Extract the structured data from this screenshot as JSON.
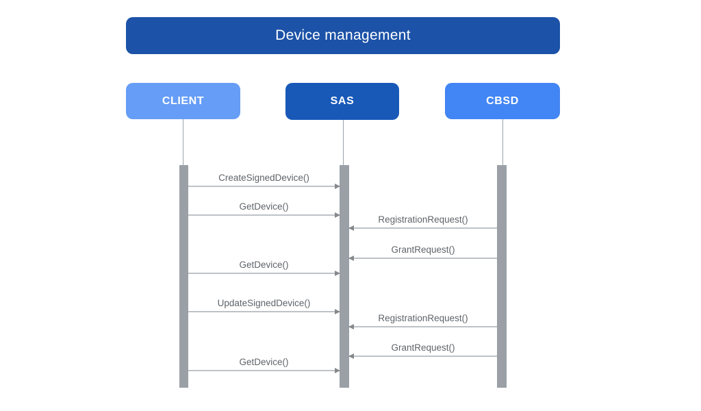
{
  "title": "Device management",
  "actors": [
    {
      "label": "CLIENT"
    },
    {
      "label": "SAS"
    },
    {
      "label": "CBSD"
    }
  ],
  "messages": [
    {
      "label": "CreateSignedDevice()",
      "from": "CLIENT",
      "to": "SAS",
      "direction": "right"
    },
    {
      "label": "GetDevice()",
      "from": "CLIENT",
      "to": "SAS",
      "direction": "right"
    },
    {
      "label": "RegistrationRequest()",
      "from": "CBSD",
      "to": "SAS",
      "direction": "left"
    },
    {
      "label": "GrantRequest()",
      "from": "CBSD",
      "to": "SAS",
      "direction": "left"
    },
    {
      "label": "GetDevice()",
      "from": "CLIENT",
      "to": "SAS",
      "direction": "right"
    },
    {
      "label": "UpdateSignedDevice()",
      "from": "CLIENT",
      "to": "SAS",
      "direction": "right"
    },
    {
      "label": "RegistrationRequest()",
      "from": "CBSD",
      "to": "SAS",
      "direction": "left"
    },
    {
      "label": "GrantRequest()",
      "from": "CBSD",
      "to": "SAS",
      "direction": "left"
    },
    {
      "label": "GetDevice()",
      "from": "CLIENT",
      "to": "SAS",
      "direction": "right"
    }
  ],
  "colors": {
    "header_bg": "#1C52A7",
    "client_bg": "#669DF6",
    "sas_bg": "#1859B8",
    "cbsd_bg": "#4285F4",
    "lifeline": "#9AA0A6",
    "activation_bar": "#9AA0A6",
    "arrow_line": "#BDC2C7",
    "arrow_head": "#85898E",
    "message_text": "#5F6368",
    "actor_text": "#FFFFFF"
  }
}
